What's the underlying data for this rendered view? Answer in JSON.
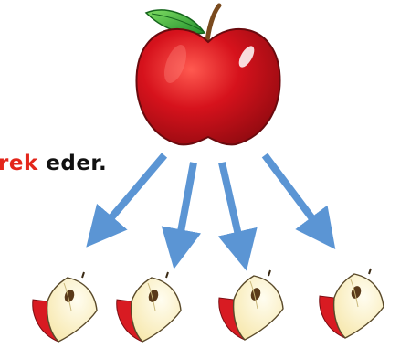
{
  "caption": {
    "highlight": "rek",
    "rest": " eder."
  },
  "colors": {
    "apple_red": "#d6121c",
    "apple_dark": "#8f0a10",
    "leaf": "#2fae3a",
    "stem": "#7a4a1e",
    "arrow": "#5b95d4",
    "slice_flesh": "#fff4c8",
    "slice_skin": "#d81b22",
    "caption_red": "#e3261b"
  },
  "icons": {
    "whole": "apple-icon",
    "piece": "apple-slice-icon",
    "connector": "arrow-icon"
  },
  "arrow_count": 4,
  "slice_count": 4
}
